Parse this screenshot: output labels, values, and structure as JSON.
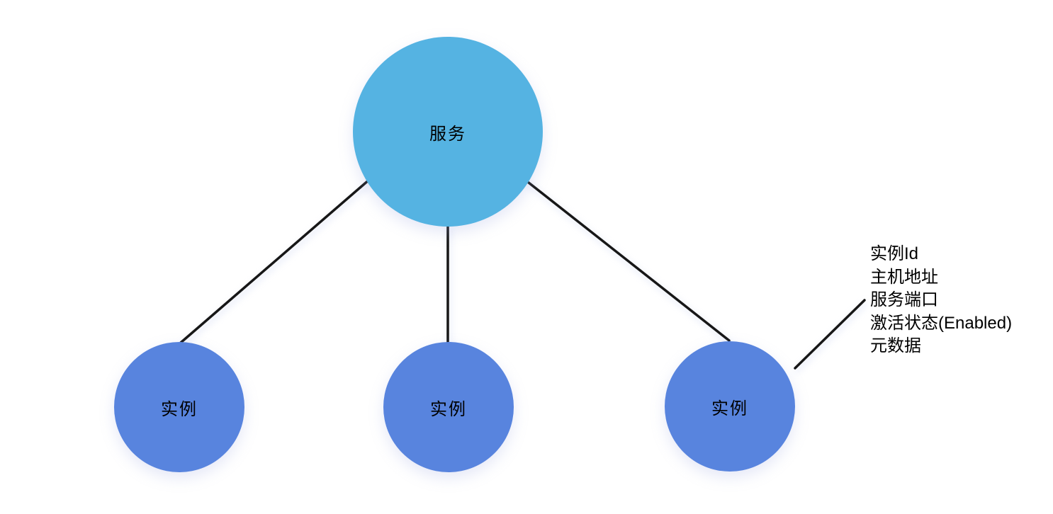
{
  "diagram": {
    "nodes": {
      "service": {
        "label": "服务",
        "color": "#55B3E2"
      },
      "instances": [
        {
          "label": "实例"
        },
        {
          "label": "实例"
        },
        {
          "label": "实例"
        }
      ],
      "instance_color": "#5884DE"
    },
    "edge_color": "#171717",
    "text_color": "#000000",
    "background_color": "#FFFFFF",
    "annotation": {
      "items": [
        "实例Id",
        "主机地址",
        "服务端口",
        "激活状态(Enabled)",
        "元数据"
      ]
    }
  }
}
